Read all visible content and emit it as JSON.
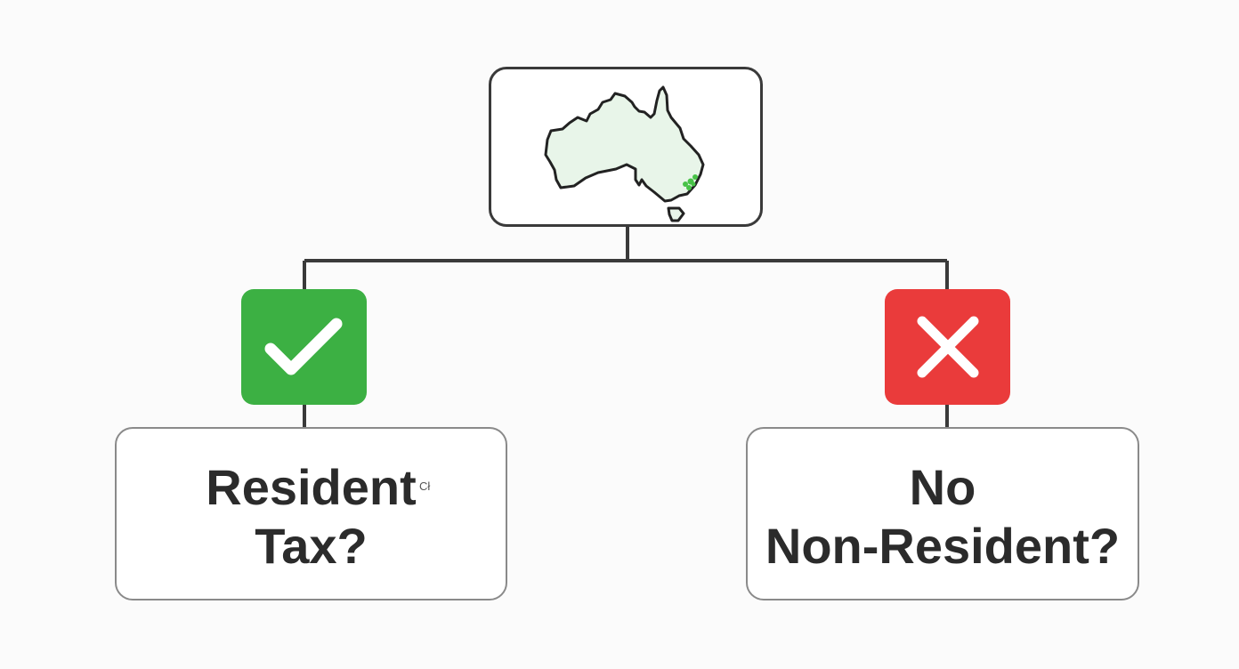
{
  "colors": {
    "line": "#3a3a3a",
    "yes": "#3cb043",
    "no": "#ea3b3b",
    "text": "#2b2b2b",
    "box_border": "#8a8a8a",
    "map_fill": "#e8f5e9",
    "map_highlight": "#47c247"
  },
  "top_node": {
    "icon": "australia-map-icon"
  },
  "branches": {
    "left": {
      "icon": "checkmark-icon",
      "line1": "Resident",
      "mark": "Cł",
      "line2": "Tax?"
    },
    "right": {
      "icon": "cross-icon",
      "line1": "No",
      "line2": "Non-Resident?"
    }
  }
}
